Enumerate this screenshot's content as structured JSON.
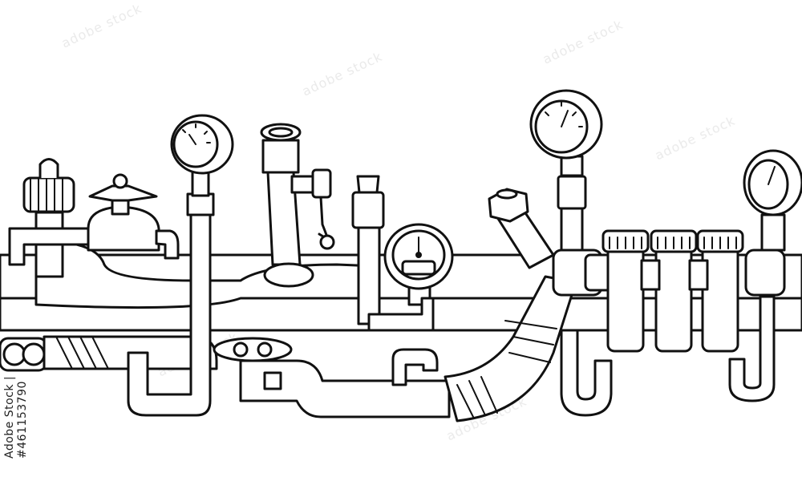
{
  "image": {
    "subject": "hand-drawn black line art of interconnected industrial pipes, valves, taps and pressure gauges on a white background",
    "colors": {
      "ink": "#111111",
      "background": "#ffffff",
      "watermark": "#dddddd"
    }
  },
  "watermark": {
    "brand": "adobe stock",
    "credit": "Adobe Stock | #461153790"
  },
  "icons": [
    "pressure-gauge-icon",
    "valve-handwheel-icon",
    "water-tap-icon",
    "pipe-cap-icon",
    "bandage-wrap-icon"
  ]
}
